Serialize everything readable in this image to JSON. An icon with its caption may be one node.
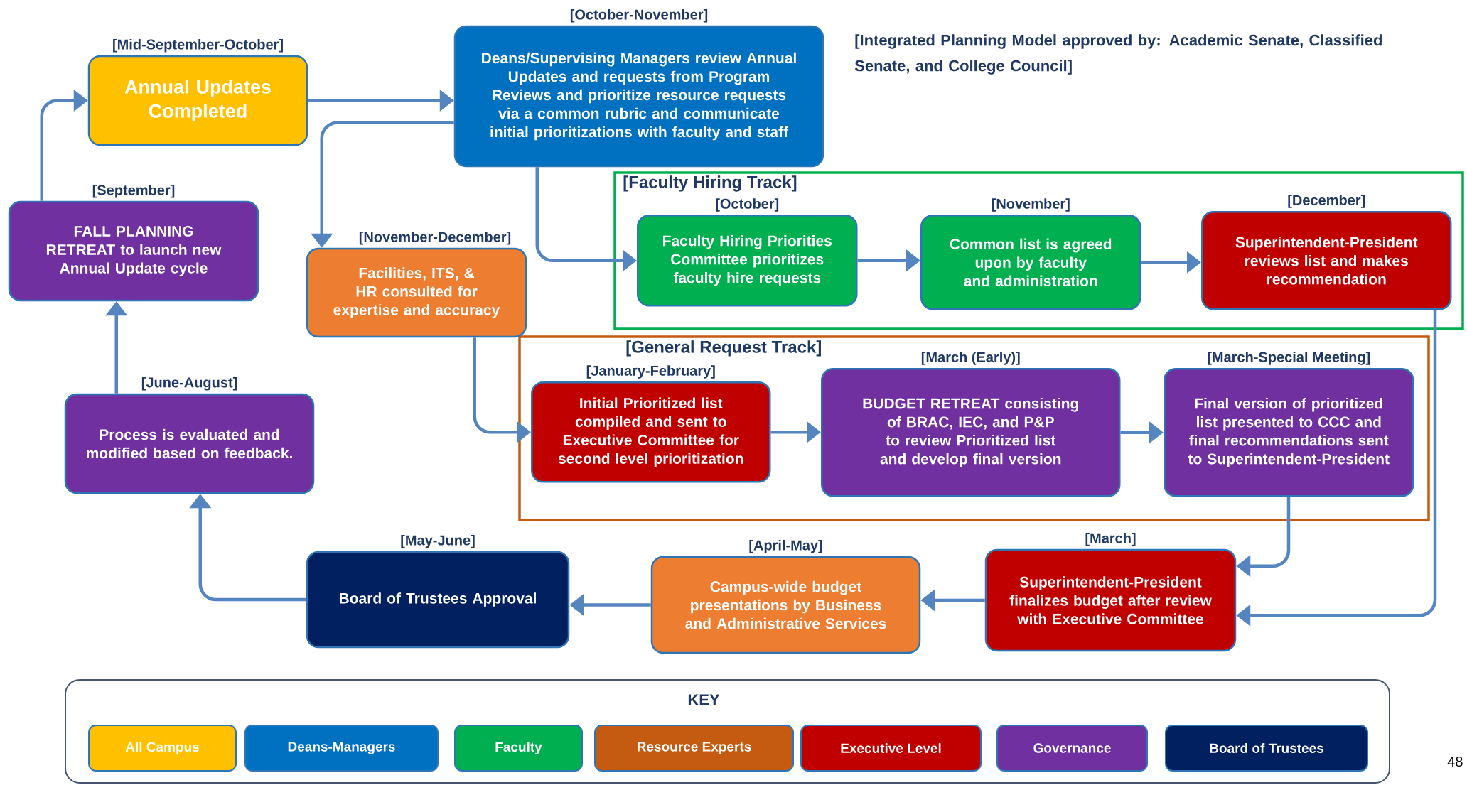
{
  "diagram": {
    "title": "[Integrated Planning Model approved by: Academic Senate, Classified Senate, and College Council]",
    "nodes": [
      {
        "text": [
          "Annual Updates Completed"
        ],
        "beside": [
          "[Mid-September-October]"
        ]
      },
      {
        "text": [
          "Deans/Supervising Managers review Annual Updates and requests from Program Reviews and prioritize resource requests via a common rubric and communicate initial prioritizations with faculty and staff"
        ],
        "beside": [
          "[October-November]"
        ]
      },
      {
        "text": [
          "FALL PLANNING RETREAT to launch new Annual Update cycle"
        ],
        "beside": [
          "[September]"
        ]
      },
      {
        "text": [
          "Facilities, ITS, & HR consulted for expertise and accuracy"
        ],
        "beside": [
          "[November-December]"
        ]
      },
      {
        "text": [
          "[Faculty Hiring Track]"
        ]
      },
      {
        "text": [
          "Faculty Hiring Priorities Committee prioritizes faculty hire requests"
        ],
        "in": 4,
        "beside": [
          "[October]"
        ]
      },
      {
        "text": [
          "Common list is agreed upon by faculty and administration"
        ],
        "in": 4,
        "beside": [
          "[November]"
        ]
      },
      {
        "text": [
          "Superintendent-President reviews list and makes recommendation"
        ],
        "in": 4,
        "beside": [
          "[December]"
        ]
      },
      {
        "text": [
          "[General Request Track]"
        ]
      },
      {
        "text": [
          "Initial Prioritized list compiled and sent to Executive Committee for second level prioritization"
        ],
        "in": 8,
        "beside": [
          "[January-February]"
        ]
      },
      {
        "text": [
          "BUDGET RETREAT consisting of BRAC, IEC, and P&P to review Prioritized list and develop final version"
        ],
        "in": 8,
        "beside": [
          "[March (Early)]"
        ]
      },
      {
        "text": [
          "Final version of prioritized list presented to CCC and final recommendations sent to Superintendent-President"
        ],
        "in": 8,
        "beside": [
          "[March-Special Meeting]"
        ]
      },
      {
        "text": [
          "Process is evaluated and modified based on feedback."
        ],
        "beside": [
          "[June-August]"
        ]
      },
      {
        "text": [
          "Board of Trustees Approval"
        ],
        "beside": [
          "[May-June]"
        ]
      },
      {
        "text": [
          "Campus-wide budget presentations by Business and Administrative Services"
        ],
        "beside": [
          "[April-May]"
        ]
      },
      {
        "text": [
          "Superintendent-President finalizes budget after review with Executive Committee"
        ],
        "beside": [
          "[March]"
        ]
      }
    ],
    "edges": [
      {
        "from": 0,
        "to": 1,
        "arrow": "to"
      },
      {
        "from": 2,
        "to": 0,
        "arrow": "to"
      },
      {
        "from": 12,
        "to": 2,
        "arrow": "to"
      },
      {
        "from": 13,
        "to": 12,
        "arrow": "to"
      },
      {
        "from": 14,
        "to": 13,
        "arrow": "to"
      },
      {
        "from": 15,
        "to": 14,
        "arrow": "to"
      },
      {
        "from": 1,
        "to": 3,
        "arrow": "to"
      },
      {
        "from": 1,
        "to": 5,
        "arrow": "to"
      },
      {
        "from": 5,
        "to": 6,
        "arrow": "to"
      },
      {
        "from": 6,
        "to": 7,
        "arrow": "to"
      },
      {
        "from": 3,
        "to": 9,
        "arrow": "to"
      },
      {
        "from": 9,
        "to": 10,
        "arrow": "to"
      },
      {
        "from": 10,
        "to": 11,
        "arrow": "to"
      },
      {
        "from": 11,
        "to": 15,
        "arrow": "to"
      },
      {
        "from": 7,
        "to": 15,
        "arrow": "to"
      }
    ],
    "labels": [
      "KEY",
      "48"
    ],
    "legend": [
      {
        "text": "All Campus",
        "color": "#ffc000"
      },
      {
        "text": "Deans-Managers",
        "color": "#0070c0"
      },
      {
        "text": "Faculty",
        "color": "#00b050"
      },
      {
        "text": "Resource Experts",
        "color": "#c55a11"
      },
      {
        "text": "Executive Level",
        "color": "#c00000"
      },
      {
        "text": "Governance",
        "color": "#7030a0"
      },
      {
        "text": "Board of Trustees",
        "color": "#002060"
      }
    ]
  }
}
